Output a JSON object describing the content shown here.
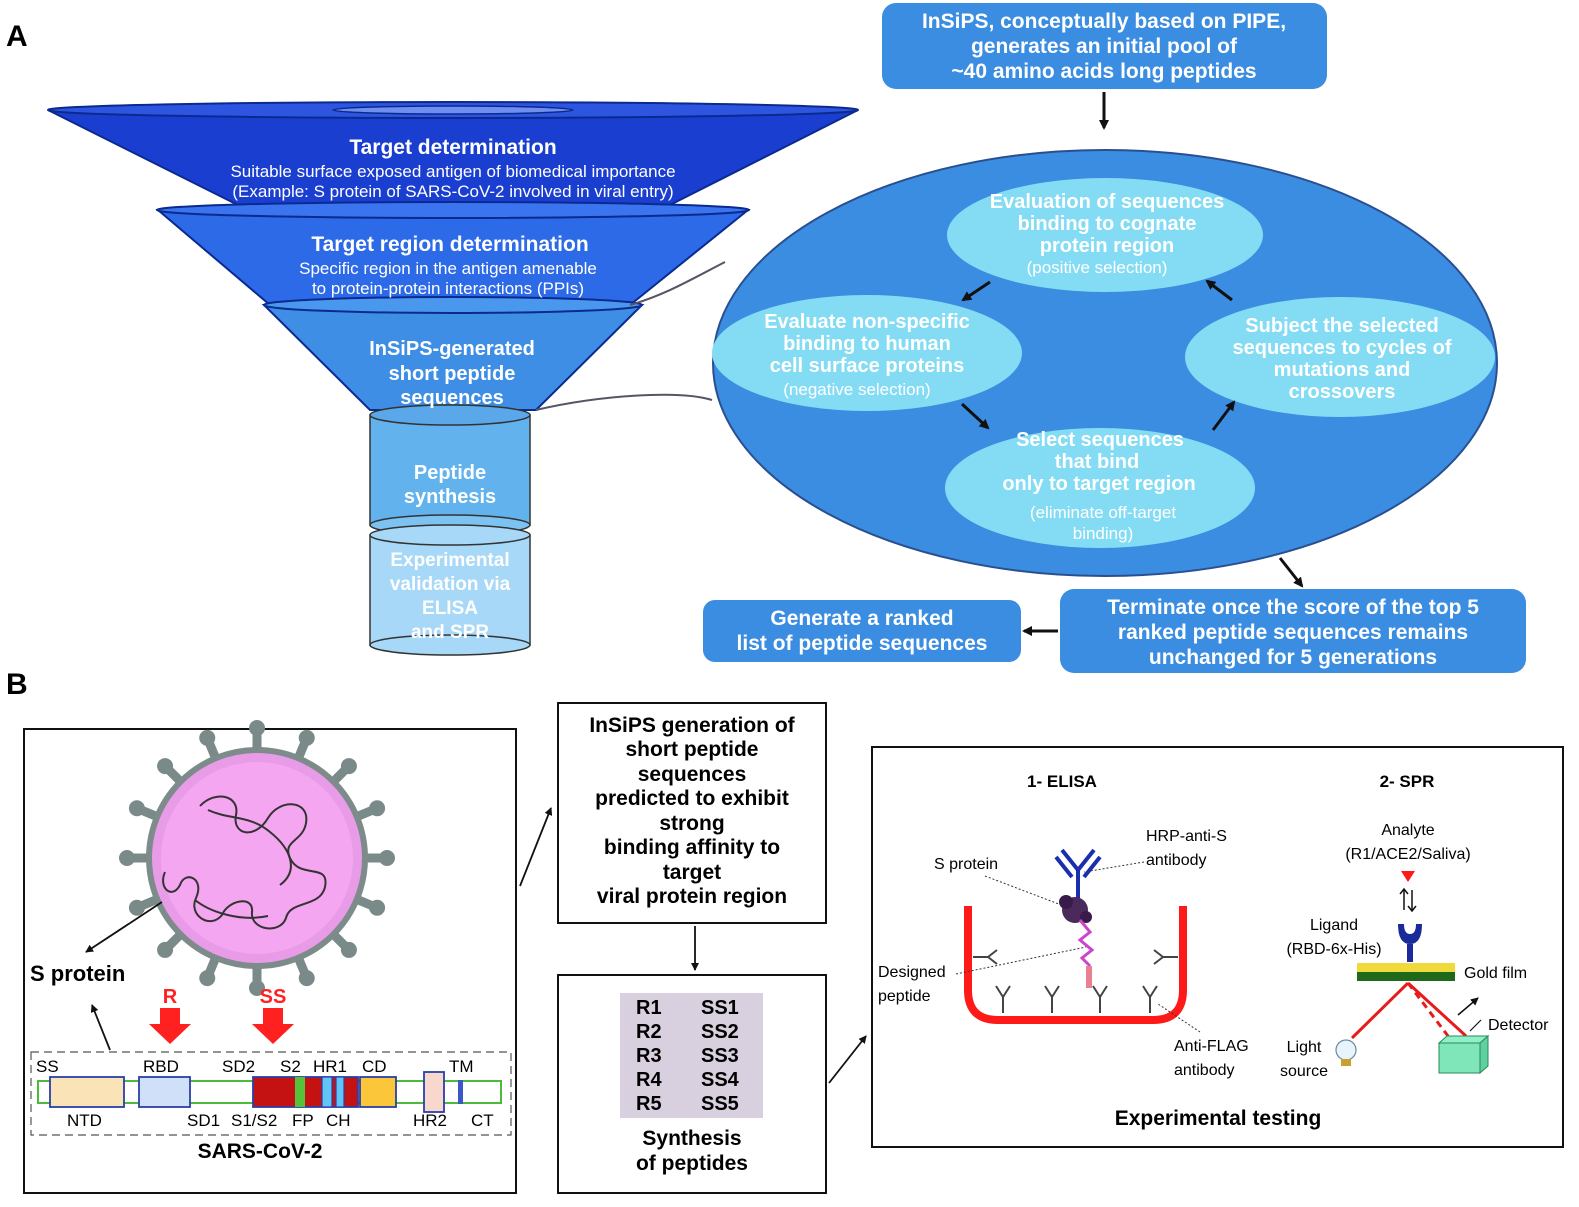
{
  "panel_a": {
    "label": "A",
    "funnel": {
      "target_title": "Target determination",
      "target_desc": [
        "Suitable surface exposed antigen of biomedical importance",
        "(Example: S protein of SARS-CoV-2 involved in viral entry)"
      ],
      "region_title": "Target region determination",
      "region_desc": [
        "Specific region in the antigen amenable",
        "to protein-protein interactions (PPIs)"
      ],
      "insips_lines": [
        "InSiPS-generated",
        "short peptide",
        "sequences"
      ],
      "synthesis_lines": [
        "Peptide",
        "synthesis"
      ],
      "validation_lines": [
        "Experimental",
        "validation via",
        "ELISA",
        "and SPR"
      ]
    },
    "top_box": [
      "InSiPS, conceptually based on PIPE,",
      "generates an initial pool of",
      "~40 amino acids long peptides"
    ],
    "cycle": {
      "top": [
        "Evaluation of sequences",
        "binding to cognate",
        "protein region"
      ],
      "top_note": "(positive selection)",
      "left": [
        "Evaluate non-specific",
        "binding to human",
        "cell surface proteins"
      ],
      "left_note": "(negative selection)",
      "right": [
        "Subject the selected",
        "sequences to cycles of",
        "mutations and",
        "crossovers"
      ],
      "bottom": [
        "Select sequences",
        "that bind",
        "only to target region"
      ],
      "bottom_note": [
        "(eliminate off-target",
        "binding)"
      ]
    },
    "terminate_box": [
      "Terminate once the score of the top 5",
      "ranked peptide sequences remains",
      "unchanged for 5 generations"
    ],
    "ranked_box": [
      "Generate a ranked",
      "list of peptide sequences"
    ]
  },
  "panel_b": {
    "label": "B",
    "s_protein": "S protein",
    "r_label": "R",
    "ss_label": "SS",
    "domains_top": [
      "SS",
      "RBD",
      "SD2",
      "S2",
      "HR1",
      "CD",
      "TM"
    ],
    "domains_bottom": [
      "NTD",
      "SD1",
      "S1/S2",
      "FP",
      "CH",
      "HR2",
      "CT"
    ],
    "virus_name": "SARS-CoV-2",
    "insips_box": [
      "InSiPS generation of",
      "short peptide",
      "sequences",
      "predicted to exhibit",
      "strong",
      "binding affinity to",
      "target",
      "viral protein region"
    ],
    "peptides_r": [
      "R1",
      "R2",
      "R3",
      "R4",
      "R5"
    ],
    "peptides_ss": [
      "SS1",
      "SS2",
      "SS3",
      "SS4",
      "SS5"
    ],
    "synthesis_lines": [
      "Synthesis",
      "of peptides"
    ],
    "elisa_title": "1- ELISA",
    "spr_title": "2- SPR",
    "elisa_labels": {
      "hrp": [
        "HRP-anti-S",
        "antibody"
      ],
      "s_protein": "S protein",
      "designed": [
        "Designed",
        "peptide"
      ],
      "anti_flag": [
        "Anti-FLAG",
        "antibody"
      ]
    },
    "spr_labels": {
      "analyte": [
        "Analyte",
        "(R1/ACE2/Saliva)"
      ],
      "ligand": [
        "Ligand",
        "(RBD-6x-His)"
      ],
      "gold": "Gold film",
      "detector": "Detector",
      "light": [
        "Light",
        "source"
      ]
    },
    "experimental_testing": "Experimental testing"
  },
  "colors": {
    "funnel_dark": "#1a3fd0",
    "funnel_mid": "#2d6ae8",
    "funnel_light": "#3f8ee6",
    "cylinder_1": "#62b2ee",
    "cylinder_2": "#a7d8f7",
    "big_ellipse": "#3a8de0",
    "inner_ellipse": "#84dcf4",
    "box_blue": "#3a8de0",
    "red": "#ff2020",
    "peptide_bg": "#d8d0de"
  }
}
